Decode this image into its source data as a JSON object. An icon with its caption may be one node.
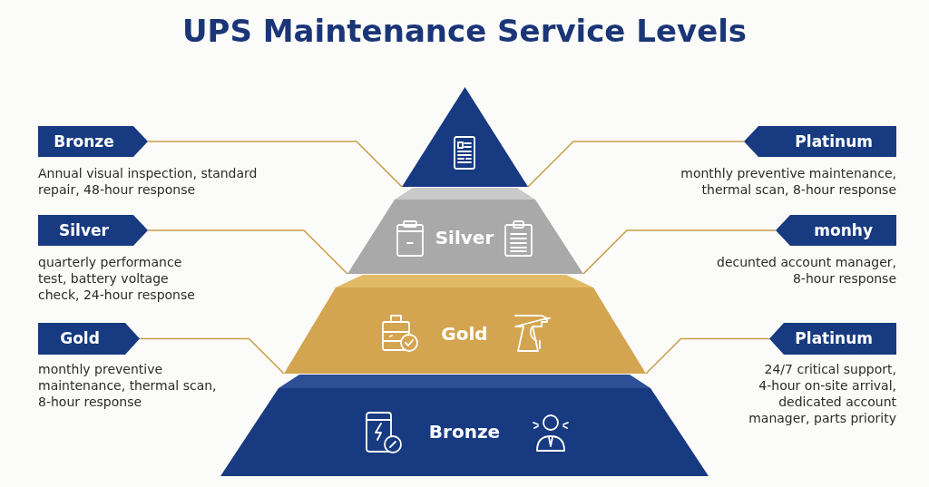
{
  "diagram": {
    "title": "UPS Maintenance Service Levels",
    "nodes": [
      {
        "text": [
          "Bronze"
        ],
        "beside": [
          "Annual visual inspection, standard repair, 48-hour response"
        ]
      },
      {
        "text": [],
        "shape": "triangle"
      },
      {
        "text": [
          "Platinum"
        ],
        "beside": [
          "monthly preventive maintenance, thermal scan, 8-hour response"
        ]
      },
      {
        "text": [
          "Silver"
        ],
        "beside": [
          "quarterly performance test, battery voltage check, 24-hour response"
        ]
      },
      {
        "text": [
          "Silver"
        ]
      },
      {
        "text": [
          "monhy"
        ],
        "beside": [
          "decunted account manager, 8-hour response"
        ]
      },
      {
        "text": [
          "Gold"
        ],
        "beside": [
          "monthly preventive maintenance, thermal scan, 8-hour response"
        ]
      },
      {
        "text": [
          "Gold"
        ]
      },
      {
        "text": [
          "Platinum"
        ],
        "beside": [
          "24/7 critical support, 4-hour on-site arrival, dedicated account manager, parts priority"
        ]
      },
      {
        "text": [
          "Bronze"
        ]
      }
    ],
    "edges": [
      {
        "from": 0,
        "to": 1,
        "arrow": "none"
      },
      {
        "from": 2,
        "to": 1,
        "arrow": "none"
      },
      {
        "from": 3,
        "to": 4,
        "arrow": "none"
      },
      {
        "from": 5,
        "to": 4,
        "arrow": "none"
      },
      {
        "from": 6,
        "to": 7,
        "arrow": "none"
      },
      {
        "from": 8,
        "to": 7,
        "arrow": "none"
      }
    ]
  }
}
